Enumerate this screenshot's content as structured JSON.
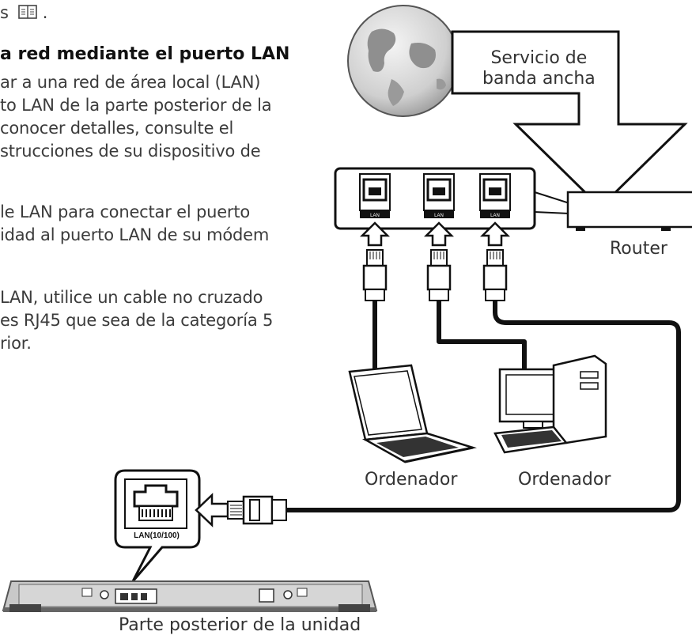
{
  "text": {
    "top_fragment": "s",
    "heading": "a red mediante el puerto LAN",
    "para1": [
      "ar a una red de área local (LAN)",
      "to LAN de la parte posterior de la",
      "conocer detalles, consulte el",
      "strucciones de su dispositivo de"
    ],
    "para2": [
      "le LAN para conectar el puerto",
      "idad al puerto LAN de su módem"
    ],
    "para3": [
      "LAN, utilice un cable no cruzado",
      "es RJ45 que sea de la categoría 5",
      "rior."
    ]
  },
  "labels": {
    "internet": [
      "Servicio de",
      "banda ancha"
    ],
    "router": "Router",
    "computer_left": "Ordenador",
    "computer_right": "Ordenador",
    "unit": "Parte posterior de la unidad",
    "router_port": "LAN",
    "unit_port": "LAN(10/100)"
  }
}
